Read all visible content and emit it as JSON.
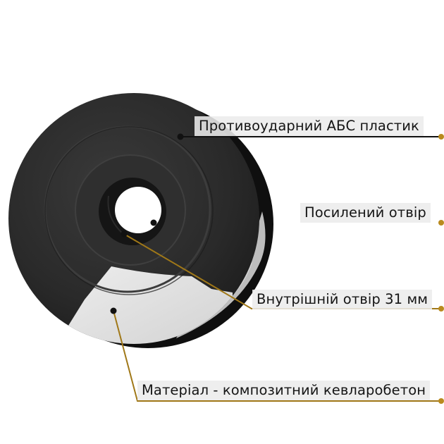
{
  "labels": {
    "abs_plastic": "Противоударний АБС пластик",
    "reinforced_hole": "Посилений отвір",
    "inner_hole": "Внутрішній отвір 31 мм",
    "material": "Матеріал - композитний кевларобетон"
  },
  "colors": {
    "plate_surface": "#2b2b2b",
    "plate_edge": "#141414",
    "concrete": "#e0e0e0",
    "leader_gold": "#b98a1e",
    "leader_dark": "#1a1a1a"
  }
}
